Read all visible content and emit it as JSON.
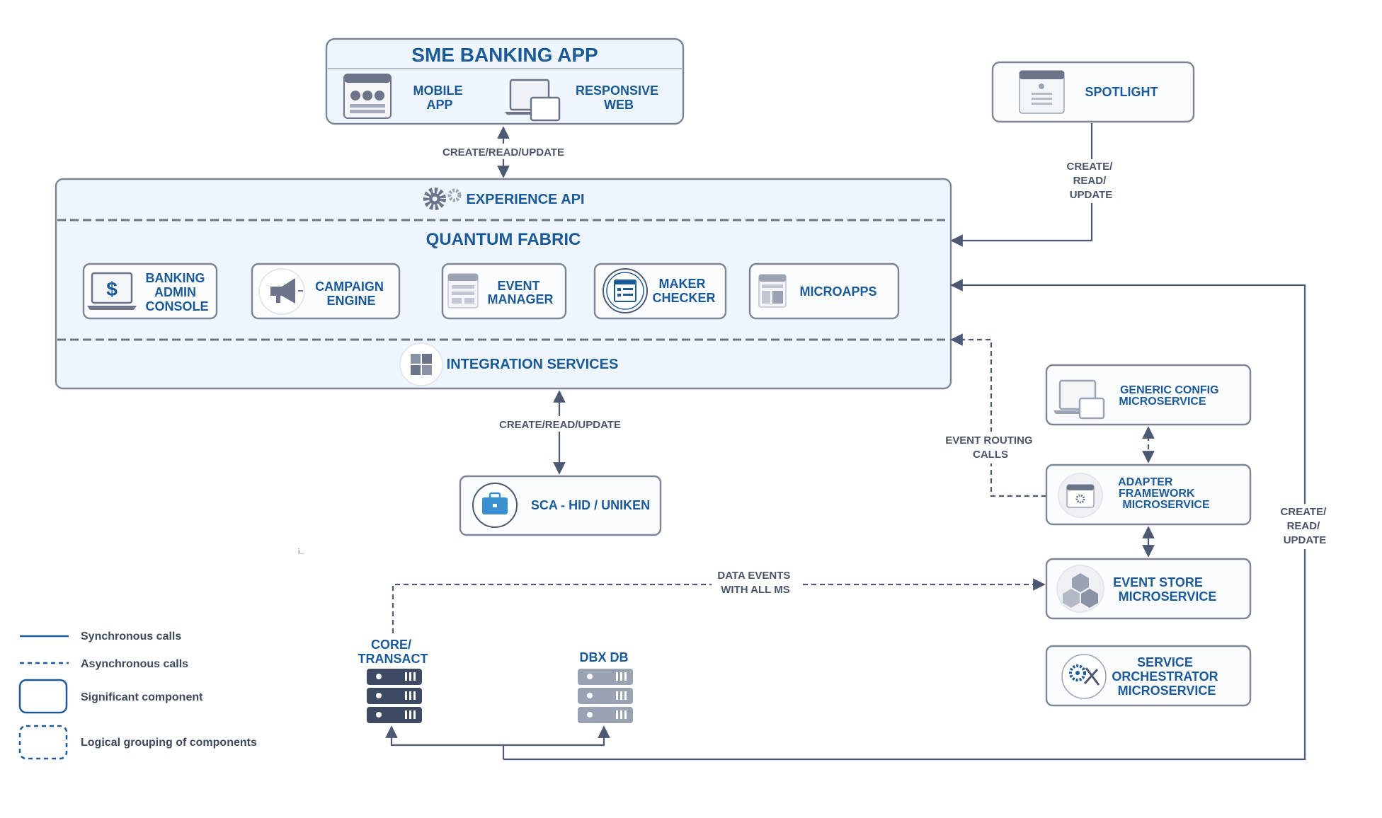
{
  "sme_app": {
    "title": "SME BANKING APP",
    "mobile": [
      "MOBILE",
      "APP"
    ],
    "web": [
      "RESPONSIVE",
      "WEB"
    ]
  },
  "spotlight": {
    "label": "SPOTLIGHT"
  },
  "fabric": {
    "experience_api": "EXPERIENCE API",
    "title": "QUANTUM FABRIC",
    "integration": "INTEGRATION SERVICES",
    "components": {
      "banking_admin": [
        "BANKING",
        "ADMIN",
        "CONSOLE"
      ],
      "campaign": [
        "CAMPAIGN",
        "ENGINE"
      ],
      "event_manager": [
        "EVENT",
        "MANAGER"
      ],
      "maker_checker": [
        "MAKER",
        "CHECKER"
      ],
      "microapps": [
        "MICROAPPS"
      ]
    }
  },
  "sca": {
    "label": "SCA - HID / UNIKEN"
  },
  "microservices": {
    "generic_config": [
      "GENERIC CONFIG",
      "MICROSERVICE"
    ],
    "adapter": [
      "ADAPTER",
      "FRAMEWORK",
      "MICROSERVICE"
    ],
    "event_store": [
      "EVENT STORE",
      "MICROSERVICE"
    ],
    "orchestrator": [
      "SERVICE",
      "ORCHESTRATOR",
      "MICROSERVICE"
    ]
  },
  "databases": {
    "core": [
      "CORE/",
      "TRANSACT"
    ],
    "dbx": [
      "DBX DB"
    ]
  },
  "edges": {
    "sme_crud": "CREATE/READ/UPDATE",
    "spot_crud": [
      "CREATE/",
      "READ/",
      "UPDATE"
    ],
    "integ_crud": "CREATE/READ/UPDATE",
    "event_routing": [
      "EVENT ROUTING",
      "CALLS"
    ],
    "data_events": [
      "DATA EVENTS",
      "WITH  ALL MS"
    ],
    "right_crud": [
      "CREATE/",
      "READ/",
      "UPDATE"
    ]
  },
  "stray_mark": "i..",
  "legend": {
    "sync": "Synchronous calls",
    "async": "Asynchronous calls",
    "significant": "Significant component",
    "logical": "Logical grouping of components"
  },
  "colors": {
    "accent": "#1a5a98",
    "line": "#4d5873",
    "box_fill": "#eef5fc"
  }
}
